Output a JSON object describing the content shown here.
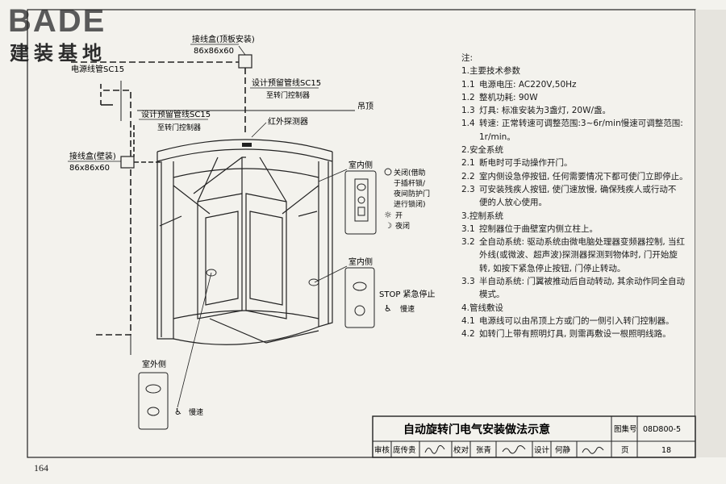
{
  "logo": {
    "main": "BADE",
    "sub": "建装基地"
  },
  "diagram": {
    "junction_box_ceiling": "接线盒(顶板安装)",
    "junction_box_ceiling_size": "86x86x60",
    "power_line": "电源线管SC15",
    "conduit_top_1": "设计预留管线SC15",
    "conduit_top_2": "至转门控制器",
    "ceiling": "吊顶",
    "conduit_left_1": "设计预留管线SC15",
    "conduit_left_2": "至转门控制器",
    "ir_detector": "红外探测器",
    "junction_box_wall": "接线盒(壁装)",
    "junction_box_wall_size": "86x86x60",
    "indoor_label_1": "室内侧",
    "switch_close_1": "关闭(借助",
    "switch_close_2": "于插杆锁/",
    "switch_close_3": "夜间防护门",
    "switch_close_4": "进行锁闭)",
    "switch_open": "开",
    "switch_night": "夜闭",
    "indoor_label_2": "室内侧",
    "stop_label": "STOP 紧急停止",
    "slow_label": "慢速",
    "outdoor_label": "室外侧"
  },
  "notes": {
    "header": "注:",
    "s1": "1.主要技术参数",
    "s1_1_num": "1.1",
    "s1_1": "电源电压: AC220V,50Hz",
    "s1_2_num": "1.2",
    "s1_2": "整机功耗: 90W",
    "s1_3_num": "1.3",
    "s1_3": "灯具: 标准安装为3盏灯, 20W/盏。",
    "s1_4_num": "1.4",
    "s1_4a": "转速: 正常转速可调整范围:3~6r/min慢速可调整范围:",
    "s1_4b": "1r/min。",
    "s2": "2.安全系统",
    "s2_1_num": "2.1",
    "s2_1": "断电时可手动操作开门。",
    "s2_2_num": "2.2",
    "s2_2": "室内侧设急停按钮, 任何需要情况下都可使门立即停止。",
    "s2_3_num": "2.3",
    "s2_3a": "可安装残疾人按钮, 使门速放慢, 确保残疾人或行动不",
    "s2_3b": "便的人放心使用。",
    "s3": "3.控制系统",
    "s3_1_num": "3.1",
    "s3_1": "控制器位于曲壁室内侧立柱上。",
    "s3_2_num": "3.2",
    "s3_2a": "全自动系统: 驱动系统由微电脑处理器变频器控制, 当红",
    "s3_2b": "外线(或微波、超声波)探测器探测到物体时, 门开始旋",
    "s3_2c": "转, 如按下紧急停止按钮, 门停止转动。",
    "s3_3_num": "3.3",
    "s3_3a": "半自动系统: 门翼被推动后自动转动, 其余动作同全自动",
    "s3_3b": "模式。",
    "s4": "4.管线敷设",
    "s4_1_num": "4.1",
    "s4_1": "电源线可以由吊顶上方或门的一侧引入转门控制器。",
    "s4_2_num": "4.2",
    "s4_2": "如转门上带有照明灯具, 则需再敷设一根照明线路。"
  },
  "title_block": {
    "title": "自动旋转门电气安装做法示意",
    "atlas_label": "图集号",
    "atlas_no": "08D800-5",
    "review_label": "审核",
    "review_name": "庞传贵",
    "check_label": "校对",
    "check_name": "张青",
    "design_label": "设计",
    "design_name": "何静",
    "page_label": "页",
    "page_no": "18"
  },
  "page_number": "164"
}
